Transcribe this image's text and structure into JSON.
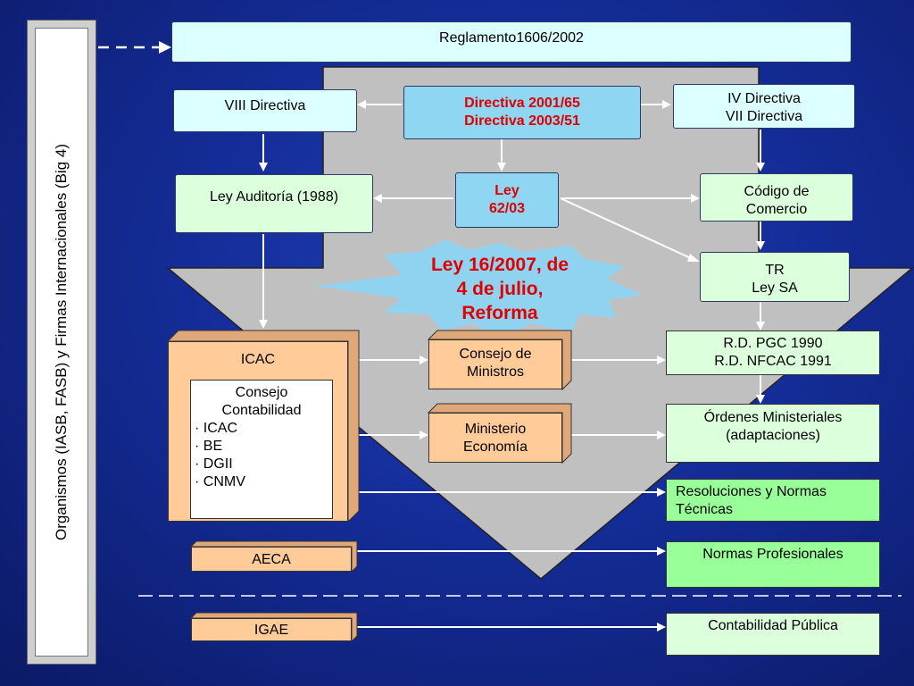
{
  "left_panel": {
    "text": "Organismos (IASB, FASB) y Firmas Internacionales (Big 4)"
  },
  "top": {
    "reglamento": "Reglamento1606/2002"
  },
  "row1": {
    "viii": "VIII Directiva",
    "directivas": [
      "Directiva 2001/65",
      "Directiva 2003/51"
    ],
    "iv_vii": [
      "IV Directiva",
      "VII Directiva"
    ]
  },
  "row2": {
    "ley_auditoria": "Ley Auditoría (1988)",
    "ley62": [
      "Ley",
      "62/03"
    ],
    "codigo": [
      "Código de",
      "Comercio"
    ]
  },
  "star": [
    "Ley 16/2007, de",
    "4 de julio,",
    "Reforma"
  ],
  "tr": [
    "TR",
    "Ley SA"
  ],
  "icac": {
    "title": "ICAC",
    "consejo": [
      "Consejo",
      "Contabilidad"
    ],
    "members": [
      "ICAC",
      "BE",
      "DGII",
      "CNMV"
    ]
  },
  "consejo_ministros": [
    "Consejo de",
    "Ministros"
  ],
  "ministerio": [
    "Ministerio",
    "Economía"
  ],
  "rd": [
    "R.D. PGC 1990",
    "R.D. NFCAC 1991"
  ],
  "ordenes": [
    "Órdenes Ministeriales",
    "(adaptaciones)"
  ],
  "resoluciones": [
    "Resoluciones y Normas",
    "Técnicas"
  ],
  "aeca": "AECA",
  "normas": "Normas Profesionales",
  "igae": "IGAE",
  "contabilidad_publica": "Contabilidad Pública",
  "colors": {
    "arrow_fill": "#c0c0c0",
    "star_fill": "#8fd3f0",
    "peach": "#ffcc99",
    "light_green": "#dcffdc"
  }
}
